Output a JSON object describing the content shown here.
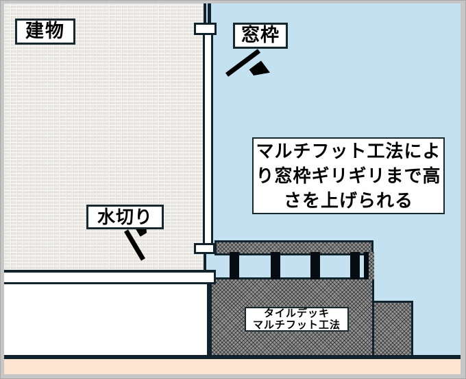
{
  "diagram": {
    "title_context": "tile-deck construction illustration",
    "building_label": "建物",
    "window_frame_label": "窓枠",
    "water_drip_label": "水切り",
    "callout": {
      "lines": [
        "マルチフット工法によ",
        "り窓枠ギリギリまで高",
        "さを上げられる"
      ]
    },
    "deck_label": {
      "lines": [
        "タイルデッキ",
        "マルチフット工法"
      ]
    }
  },
  "colors": {
    "sky_blue": "#c4e1f1",
    "wall_light_gray": "#e9e6e2",
    "deck_gray": "#939393",
    "ground_peach": "#fce4d1",
    "outline_dark": "#10222b",
    "frame_border_gray": "#c6c6c6",
    "label_background": "#ffffff",
    "post_black": "#060d12"
  }
}
